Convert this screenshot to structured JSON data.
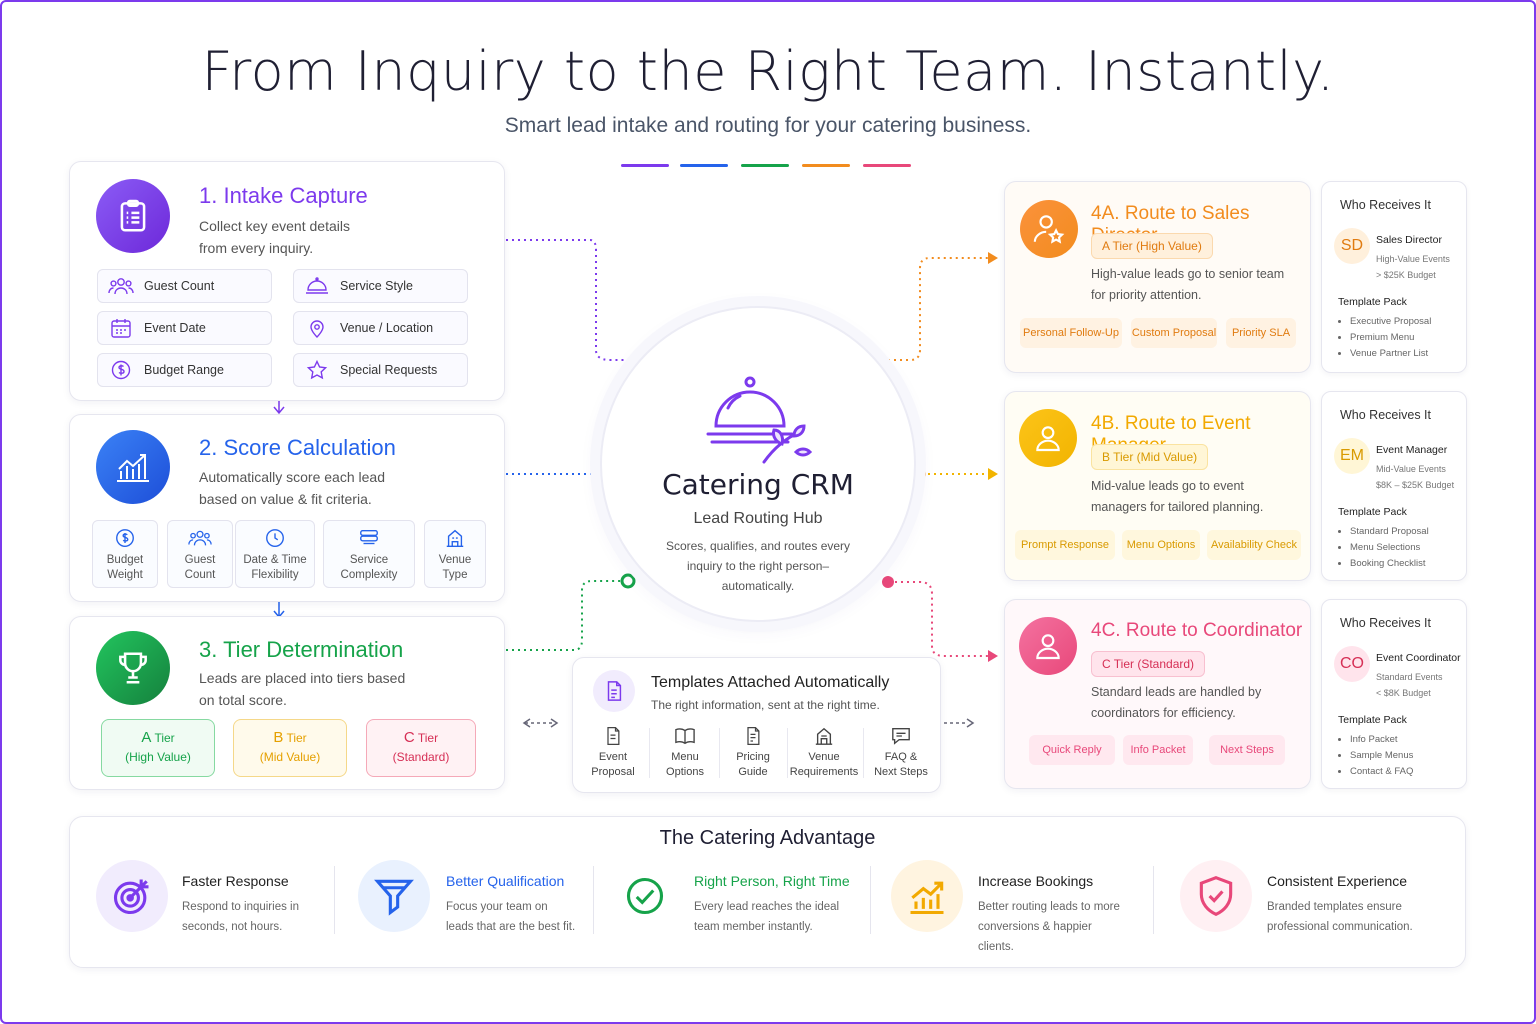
{
  "header": {
    "title": "From Inquiry to the Right Team. Instantly.",
    "subtitle": "Smart lead intake and routing for your catering business."
  },
  "colors": {
    "purple": "#7c3aed",
    "blue": "#2563eb",
    "green": "#16a34a",
    "orange": "#f28c1e",
    "yellow": "#f2b400",
    "pink": "#e8487a"
  },
  "intake": {
    "title": "1. Intake Capture",
    "description": "Collect key event details from every inquiry.",
    "fields": [
      {
        "label": "Guest Count",
        "icon": "people-icon"
      },
      {
        "label": "Service Style",
        "icon": "cloche-icon"
      },
      {
        "label": "Event Date",
        "icon": "calendar-icon"
      },
      {
        "label": "Venue / Location",
        "icon": "location-pin-icon"
      },
      {
        "label": "Budget Range",
        "icon": "dollar-icon"
      },
      {
        "label": "Special Requests",
        "icon": "star-icon"
      }
    ]
  },
  "score": {
    "title": "2. Score Calculation",
    "description": "Automatically score each lead based on value & fit criteria.",
    "criteria": [
      {
        "line1": "Budget",
        "line2": "Weight",
        "icon": "dollar-icon"
      },
      {
        "line1": "Guest",
        "line2": "Count",
        "icon": "people-icon"
      },
      {
        "line1": "Date & Time",
        "line2": "Flexibility",
        "icon": "clock-icon"
      },
      {
        "line1": "Service",
        "line2": "Complexity",
        "icon": "layers-icon"
      },
      {
        "line1": "Venue",
        "line2": "Type",
        "icon": "building-icon"
      }
    ]
  },
  "tier": {
    "title": "3. Tier Determination",
    "description": "Leads are placed into tiers based on total score.",
    "tiers": [
      {
        "letter": "A",
        "word": "Tier",
        "label": "(High Value)"
      },
      {
        "letter": "B",
        "word": "Tier",
        "label": "(Mid Value)"
      },
      {
        "letter": "C",
        "word": "Tier",
        "label": "(Standard)"
      }
    ]
  },
  "hub": {
    "title": "Catering CRM",
    "subtitle": "Lead Routing Hub",
    "description": "Scores, qualifies, and routes every inquiry to the right person– automatically."
  },
  "templates": {
    "title": "Templates Attached Automatically",
    "subtitle": "The right information, sent at the right time.",
    "items": [
      {
        "line1": "Event",
        "line2": "Proposal",
        "icon": "document-icon"
      },
      {
        "line1": "Menu",
        "line2": "Options",
        "icon": "book-icon"
      },
      {
        "line1": "Pricing",
        "line2": "Guide",
        "icon": "pricing-doc-icon"
      },
      {
        "line1": "Venue",
        "line2": "Requirements",
        "icon": "venue-icon"
      },
      {
        "line1": "FAQ &",
        "line2": "Next Steps",
        "icon": "chat-icon"
      }
    ]
  },
  "routes": [
    {
      "code": "4A.",
      "title": "Route to Sales Director",
      "tier": "A Tier (High Value)",
      "description": "High-value leads go to senior team for priority attention.",
      "tags": [
        "Personal Follow-Up",
        "Custom Proposal",
        "Priority SLA"
      ],
      "who": {
        "header": "Who Receives It",
        "initials": "SD",
        "role": "Sales Director",
        "segment": "High-Value Events",
        "budget": "> $25K Budget",
        "pack_label": "Template Pack",
        "pack": [
          "Executive Proposal",
          "Premium Menu",
          "Venue Partner List"
        ]
      }
    },
    {
      "code": "4B.",
      "title": "Route to Event Manager",
      "tier": "B Tier (Mid Value)",
      "description": "Mid-value leads go to event managers for tailored planning.",
      "tags": [
        "Prompt Response",
        "Menu Options",
        "Availability Check"
      ],
      "who": {
        "header": "Who Receives It",
        "initials": "EM",
        "role": "Event Manager",
        "segment": "Mid-Value Events",
        "budget": "$8K – $25K Budget",
        "pack_label": "Template Pack",
        "pack": [
          "Standard Proposal",
          "Menu Selections",
          "Booking Checklist"
        ]
      }
    },
    {
      "code": "4C.",
      "title": "Route to Coordinator",
      "tier": "C Tier (Standard)",
      "description": "Standard leads are handled by coordinators for efficiency.",
      "tags": [
        "Quick Reply",
        "Info Packet",
        "Next Steps"
      ],
      "who": {
        "header": "Who Receives It",
        "initials": "CO",
        "role": "Event Coordinator",
        "segment": "Standard Events",
        "budget": "< $8K Budget",
        "pack_label": "Template Pack",
        "pack": [
          "Info Packet",
          "Sample Menus",
          "Contact & FAQ"
        ]
      }
    }
  ],
  "advantage": {
    "title": "The Catering Advantage",
    "items": [
      {
        "title": "Faster Response",
        "description": "Respond to inquiries in seconds, not hours.",
        "icon": "target-icon"
      },
      {
        "title": "Better Qualification",
        "description": "Focus your team on leads that are the best fit.",
        "icon": "funnel-icon"
      },
      {
        "title": "Right Person, Right Time",
        "description": "Every lead reaches the ideal team member instantly.",
        "icon": "check-circle-icon"
      },
      {
        "title": "Increase Bookings",
        "description": "Better routing leads to more conversions & happier clients.",
        "icon": "growth-chart-icon"
      },
      {
        "title": "Consistent Experience",
        "description": "Branded templates ensure professional communication.",
        "icon": "shield-check-icon"
      }
    ]
  }
}
